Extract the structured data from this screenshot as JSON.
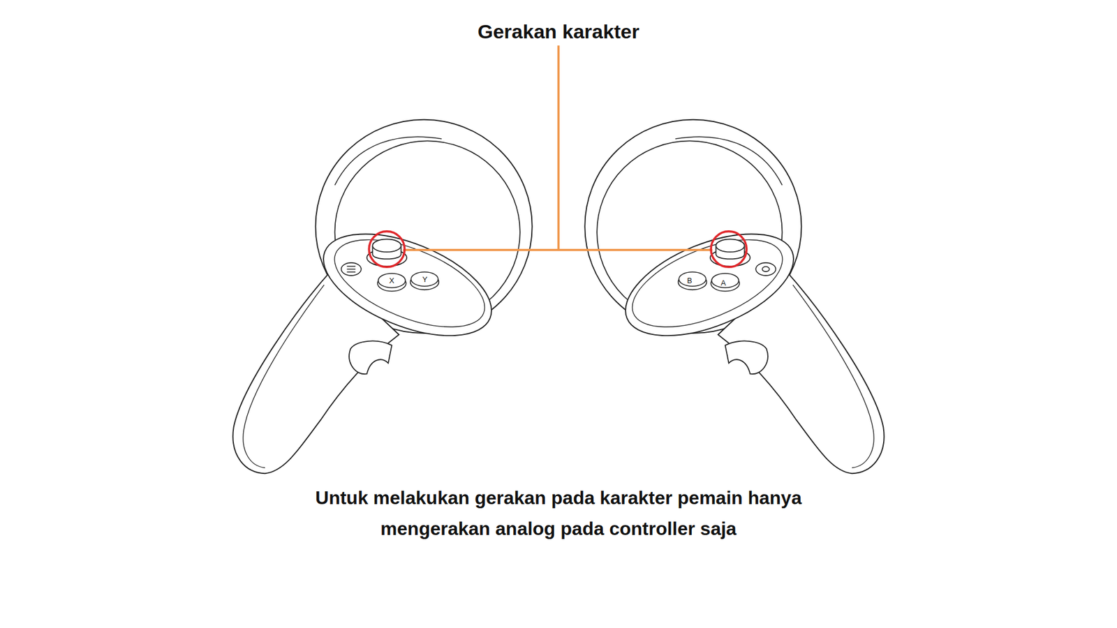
{
  "diagram": {
    "caption": "Untuk melakukan gerakan pada karakter pemain hanya mengerakan analog pada controller saja",
    "labels": [
      "Gerakan karakter",
      "X",
      "Y",
      "B",
      "A"
    ]
  }
}
